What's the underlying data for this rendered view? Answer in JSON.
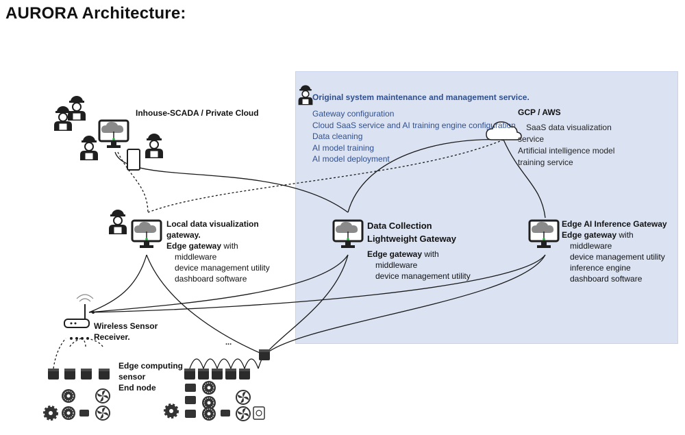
{
  "title": "AURORA Architecture:",
  "maintenance": {
    "title": "Original  system maintenance and management service.",
    "items": [
      "Gateway configuration",
      "Cloud SaaS service and AI training engine configuration",
      "Data cleaning",
      "AI model training",
      "AI model deployment"
    ]
  },
  "gcp": {
    "title": "GCP / AWS",
    "lines": [
      "SaaS data visualization",
      "service",
      "Artificial intelligence model",
      "training service"
    ]
  },
  "scada": {
    "title": "Inhouse-SCADA / Private Cloud"
  },
  "local_gateway": {
    "title_line1": "Local data visualization",
    "title_line2": "gateway.",
    "edge_bold": "Edge gateway",
    "edge_rest": " with",
    "items": [
      "middleware",
      "device management  utility",
      "dashboard software"
    ]
  },
  "data_collection": {
    "title_line1": "Data Collection",
    "title_line2": "Lightweight Gateway",
    "edge_bold": "Edge gateway",
    "edge_rest": " with",
    "items": [
      "middleware",
      "device management  utility"
    ]
  },
  "edge_ai": {
    "title": "Edge AI Inference Gateway",
    "edge_bold": "Edge gateway",
    "edge_rest": " with",
    "items": [
      "middleware",
      "device management  utility",
      "inference engine",
      "dashboard software"
    ]
  },
  "receiver": {
    "line1": "Wireless Sensor",
    "line2": "Receiver."
  },
  "end_node": {
    "lines": [
      "Edge computing",
      "sensor",
      "End node"
    ]
  },
  "ellipsis": "...",
  "colors": {
    "panel": "#dbe3f3",
    "panel_text": "#2f4f8f",
    "device": "#1f1f1f",
    "led": "#2db34a"
  }
}
